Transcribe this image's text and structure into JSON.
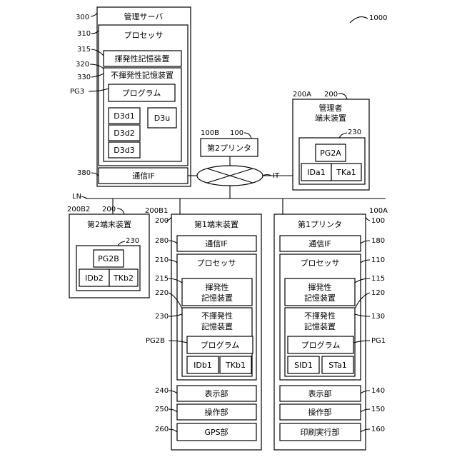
{
  "figure_ref": "1000",
  "network": {
    "line_ref": "LN",
    "cloud_ref": "IT"
  },
  "server": {
    "ref": "300",
    "title": "管理サーバ",
    "processor": {
      "ref": "310",
      "label": "プロセッサ"
    },
    "volatile": {
      "ref": "315",
      "label": "揮発性記憶装置"
    },
    "nonvolatile_ref": "320",
    "nonvolatile": {
      "ref": "330",
      "label": "不揮発性記憶装置"
    },
    "program": {
      "ref": "PG3",
      "label": "プログラム"
    },
    "data": [
      "D3d1",
      "D3d2",
      "D3d3"
    ],
    "data_u": "D3u",
    "comm": {
      "ref": "380",
      "label": "通信IF"
    }
  },
  "printer2": {
    "refs": [
      "100B",
      "100"
    ],
    "label": "第2プリンタ"
  },
  "admin_terminal": {
    "refs": [
      "200A",
      "200"
    ],
    "title_line1": "管理者",
    "title_line2": "端末装置",
    "inner_ref": "230",
    "program": "PG2A",
    "id": "IDa1",
    "token": "TKa1"
  },
  "terminal2": {
    "refs": [
      "200B2",
      "200"
    ],
    "title": "第2端末装置",
    "inner_ref": "230",
    "program": "PG2B",
    "id": "IDb2",
    "token": "TKb2"
  },
  "terminal1": {
    "refs": [
      "200B1",
      "200"
    ],
    "title": "第1端末装置",
    "comm": {
      "ref": "280",
      "label": "通信IF"
    },
    "processor": {
      "ref": "210",
      "label": "プロセッサ"
    },
    "volatile": {
      "ref": "215",
      "ref2": "220",
      "line1": "揮発性",
      "line2": "記憶装置"
    },
    "nonvolatile": {
      "ref": "230",
      "line1": "不揮発性",
      "line2": "記憶装置"
    },
    "program": {
      "ref": "PG2B",
      "label": "プログラム"
    },
    "id": "IDb1",
    "token": "TKb1",
    "display": {
      "ref": "240",
      "label": "表示部"
    },
    "operation": {
      "ref": "250",
      "label": "操作部"
    },
    "gps": {
      "ref": "260",
      "label": "GPS部"
    }
  },
  "printer1": {
    "refs": [
      "100A",
      "100"
    ],
    "title": "第1プリンタ",
    "comm": {
      "ref": "180",
      "label": "通信IF"
    },
    "processor": {
      "ref": "110",
      "label": "プロセッサ"
    },
    "volatile": {
      "ref": "115",
      "ref2": "120",
      "line1": "揮発性",
      "line2": "記憶装置"
    },
    "nonvolatile": {
      "ref": "130",
      "line1": "不揮発性",
      "line2": "記憶装置"
    },
    "program": {
      "ref": "PG1",
      "label": "プログラム"
    },
    "id": "SID1",
    "token": "STa1",
    "display": {
      "ref": "140",
      "label": "表示部"
    },
    "operation": {
      "ref": "150",
      "label": "操作部"
    },
    "print_exec": {
      "ref": "160",
      "label": "印刷実行部"
    }
  }
}
